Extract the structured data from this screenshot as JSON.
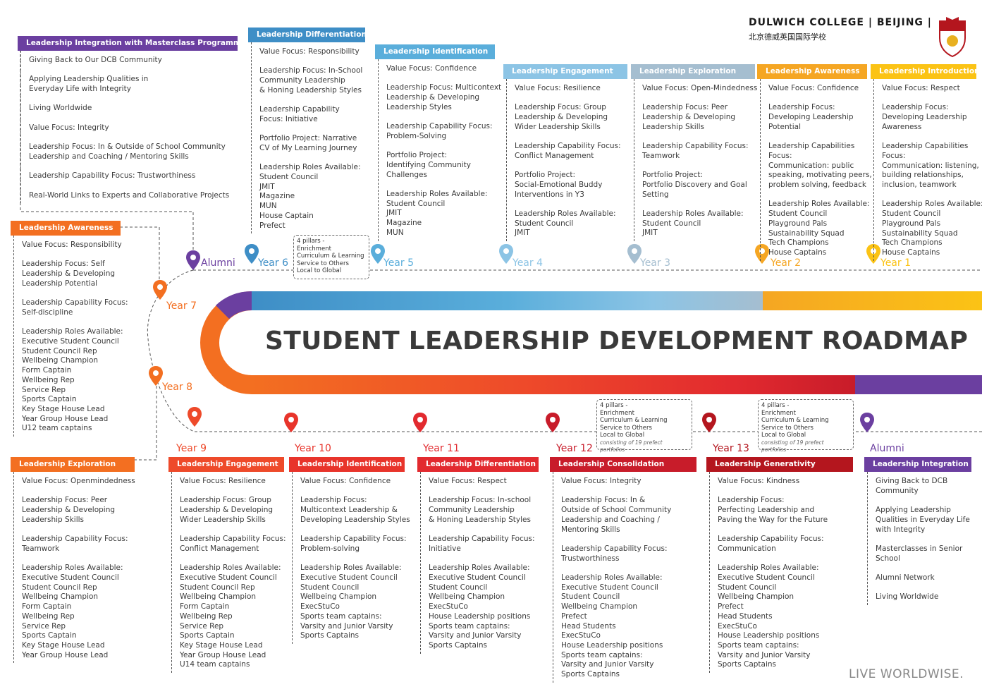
{
  "logo": {
    "name": "DULWICH COLLEGE | BEIJING |",
    "chinese": "北京德威英国国际学校"
  },
  "title": "STUDENT LEADERSHIP DEVELOPMENT ROADMAP",
  "tagline": "LIVE WORLDWISE.",
  "colors": {
    "purple": "#6b3fa0",
    "orange": "#f36f21",
    "red": "#e22a2f",
    "darkred": "#b4161e",
    "blue_dark": "#3e8ec6",
    "blue_light": "#8cc4e5",
    "grey_blue": "#a5bed0",
    "gold": "#f5a623",
    "yellow": "#fbc315"
  },
  "pillars_top": {
    "lines": [
      "4 pillars -",
      "Enrichment",
      "Curriculum & Learning",
      "Service to Others",
      "Local to Global"
    ]
  },
  "pillars_y12": {
    "lines": [
      "4 pillars -",
      "Enrichment",
      "Curriculum & Learning",
      "Service to Others",
      "Local to Global"
    ],
    "note": "consisting of 19 prefect portfolios"
  },
  "pillars_y13": {
    "lines": [
      "4 pillars -",
      "Enrichment",
      "Curriculum & Learning",
      "Service to Others",
      "Local to Global"
    ],
    "note": "consisting of 19 prefect portfolios"
  },
  "years": {
    "alumni_top": "Alumni",
    "y6": "Year 6",
    "y5": "Year 5",
    "y4": "Year 4",
    "y3": "Year 3",
    "y2": "Year 2",
    "y1": "Year 1",
    "y7": "Year 7",
    "y8": "Year 8",
    "y9": "Year 9",
    "y10": "Year 10",
    "y11": "Year 11",
    "y12": "Year 12",
    "y13": "Year 13",
    "alumni_bottom": "Alumni"
  },
  "columns": {
    "masterclass": {
      "header": "Leadership Integration with Masterclass Programme",
      "items": [
        [
          "Giving Back to Our DCB Community"
        ],
        [
          "Applying Leadership Qualities in",
          "Everyday Life with Integrity"
        ],
        [
          "Living Worldwide"
        ],
        [
          "Value Focus: Integrity"
        ],
        [
          "Leadership Focus: In & Outside of School Community",
          "Leadership and Coaching / Mentoring Skills"
        ],
        [
          "Leadership Capability Focus: Trustworthiness"
        ],
        [
          "Real-World Links to Experts and Collaborative Projects"
        ]
      ]
    },
    "y6": {
      "header": "Leadership Differentiation",
      "items": [
        [
          "Value Focus: Responsibility"
        ],
        [
          "Leadership Focus: In-School",
          "Community Leadership",
          "& Honing Leadership Styles"
        ],
        [
          "Leadership Capability",
          "Focus: Initiative"
        ],
        [
          "Portfolio Project: Narrative",
          "CV of My Learning Journey"
        ],
        [
          "Leadership Roles Available:",
          "Student Council",
          "JMIT",
          "Magazine",
          "MUN",
          "House Captain",
          "Prefect"
        ]
      ]
    },
    "y5": {
      "header": "Leadership Identification",
      "items": [
        [
          "Value Focus: Confidence"
        ],
        [
          "Leadership Focus: Multicontext",
          "Leadership & Developing",
          "Leadership Styles"
        ],
        [
          "Leadership Capability Focus:",
          "Problem-Solving"
        ],
        [
          "Portfolio Project:",
          "Identifying Community",
          "Challenges"
        ],
        [
          "Leadership Roles Available:",
          "Student Council",
          "JMIT",
          "Magazine",
          "MUN"
        ]
      ]
    },
    "y4": {
      "header": "Leadership Engagement",
      "items": [
        [
          "Value Focus: Resilience"
        ],
        [
          "Leadership Focus: Group",
          "Leadership & Developing",
          "Wider Leadership Skills"
        ],
        [
          "Leadership Capability Focus:",
          "Conflict Management"
        ],
        [
          "Portfolio Project:",
          "Social-Emotional Buddy",
          "Interventions in Y3"
        ],
        [
          "Leadership Roles Available:",
          "Student Council",
          "JMIT"
        ]
      ]
    },
    "y3": {
      "header": "Leadership Exploration",
      "items": [
        [
          "Value Focus: Open-Mindedness"
        ],
        [
          "Leadership Focus: Peer",
          "Leadership & Developing",
          "Leadership Skills"
        ],
        [
          "Leadership Capability Focus:",
          "Teamwork"
        ],
        [
          "Portfolio Project:",
          "Portfolio Discovery and Goal",
          "Setting"
        ],
        [
          "Leadership Roles Available:",
          "Student Council",
          "JMIT"
        ]
      ]
    },
    "y2": {
      "header": "Leadership Awareness",
      "items": [
        [
          "Value Focus: Confidence"
        ],
        [
          "Leadership Focus:",
          "Developing Leadership",
          "Potential"
        ],
        [
          "Leadership Capabilities",
          "Focus:",
          "Communication: public",
          "speaking, motivating peers,",
          "problem solving, feedback"
        ],
        [
          "Leadership Roles Available:",
          "Student Council",
          "Playground Pals",
          "Sustainability Squad",
          "Tech Champions",
          "House Captains"
        ]
      ]
    },
    "y1": {
      "header": "Leadership Introduction",
      "items": [
        [
          "Value Focus: Respect"
        ],
        [
          "Leadership Focus:",
          "Developing Leadership",
          "Awareness"
        ],
        [
          "Leadership Capabilities",
          "Focus:",
          "Communication: listening,",
          "building relationships,",
          "inclusion, teamwork"
        ],
        [
          "Leadership Roles Available:",
          "Student Council",
          "Playground Pals",
          "Sustainability Squad",
          "Tech Champions",
          "House Captains"
        ]
      ]
    },
    "y7": {
      "header": "Leadership Awareness",
      "items": [
        [
          "Value Focus: Responsibility"
        ],
        [
          "Leadership Focus: Self",
          "Leadership & Developing",
          "Leadership Potential"
        ],
        [
          "Leadership Capability Focus:",
          "Self-discipline"
        ],
        [
          "Leadership Roles Available:",
          "Executive Student Council",
          "Student Council Rep",
          "Wellbeing Champion",
          "Form Captain",
          "Wellbeing Rep",
          "Service Rep",
          "Sports Captain",
          "Key Stage House Lead",
          "Year Group House Lead",
          "U12 team captains"
        ]
      ]
    },
    "y8": {
      "header": "Leadership Exploration",
      "items": [
        [
          "Value Focus: Openmindedness"
        ],
        [
          "Leadership Focus: Peer",
          "Leadership & Developing",
          "Leadership Skills"
        ],
        [
          "Leadership Capability Focus:",
          "Teamwork"
        ],
        [
          "Leadership Roles Available:",
          "Executive Student Council",
          "Student Council Rep",
          "Wellbeing Champion",
          "Form Captain",
          "Wellbeing Rep",
          "Service Rep",
          "Sports Captain",
          "Key Stage House Lead",
          "Year Group House Lead"
        ]
      ]
    },
    "y9": {
      "header": "Leadership Engagement",
      "items": [
        [
          "Value Focus: Resilience"
        ],
        [
          "Leadership Focus: Group",
          "Leadership & Developing",
          "Wider Leadership Skills"
        ],
        [
          "Leadership Capability Focus:",
          "Conflict Management"
        ],
        [
          "Leadership Roles Available:",
          "Executive Student Council",
          "Student Council Rep",
          "Wellbeing Champion",
          "Form Captain",
          "Wellbeing Rep",
          "Service Rep",
          "Sports Captain",
          "Key Stage House Lead",
          "Year Group House Lead",
          "U14 team captains"
        ]
      ]
    },
    "y10": {
      "header": "Leadership Identification",
      "items": [
        [
          "Value Focus: Confidence"
        ],
        [
          "Leadership Focus:",
          "Multicontext Leadership &",
          "Developing Leadership Styles"
        ],
        [
          "Leadership Capability Focus:",
          "Problem-solving"
        ],
        [
          "Leadership Roles Available:",
          "Executive Student Council",
          "Student Council",
          "Wellbeing Champion",
          "ExecStuCo",
          "Sports team captains:",
          "Varsity and Junior Varsity",
          "Sports Captains"
        ]
      ]
    },
    "y11": {
      "header": "Leadership Differentiation",
      "items": [
        [
          "Value Focus: Respect"
        ],
        [
          "Leadership Focus: In-school",
          "Community Leadership",
          "& Honing Leadership Styles"
        ],
        [
          "Leadership Capability Focus:",
          "Initiative"
        ],
        [
          "Leadership Roles Available:",
          "Executive Student Council",
          "Student Council",
          "Wellbeing Champion",
          "ExecStuCo",
          "House Leadership positions",
          "Sports team captains:",
          "Varsity and Junior Varsity",
          "Sports Captains"
        ]
      ]
    },
    "y12": {
      "header": "Leadership Consolidation",
      "items": [
        [
          "Value Focus: Integrity"
        ],
        [
          "Leadership Focus: In &",
          "Outside of School Community",
          "Leadership and Coaching /",
          "Mentoring Skills"
        ],
        [
          "Leadership Capability Focus:",
          "Trustworthiness"
        ],
        [
          "Leadership Roles Available:",
          "Executive Student Council",
          "Student Council",
          "Wellbeing Champion",
          "Prefect",
          "Head Students",
          "ExecStuCo",
          "House Leadership positions",
          "Sports team captains:",
          "Varsity and Junior Varsity",
          "Sports Captains"
        ]
      ]
    },
    "y13": {
      "header": "Leadership Generativity",
      "items": [
        [
          "Value Focus: Kindness"
        ],
        [
          "Leadership Focus:",
          "Perfecting Leadership and",
          "Paving the Way for the Future"
        ],
        [
          "Leadership Capability Focus:",
          "Communication"
        ],
        [
          "Leadership Roles Available:",
          "Executive Student Council",
          "Student Council",
          "Wellbeing Champion",
          "Prefect",
          "Head Students",
          "ExecStuCo",
          "House Leadership positions",
          "Sports team captains:",
          "Varsity and Junior Varsity",
          "Sports Captains"
        ]
      ]
    },
    "alumni": {
      "header": "Leadership Integration",
      "items": [
        [
          "Giving Back to DCB",
          "Community"
        ],
        [
          "Applying Leadership",
          "Qualities in Everyday Life",
          "with Integrity"
        ],
        [
          "Masterclasses in Senior",
          "School"
        ],
        [
          "Alumni Network"
        ],
        [
          "Living Worldwide"
        ]
      ]
    }
  }
}
